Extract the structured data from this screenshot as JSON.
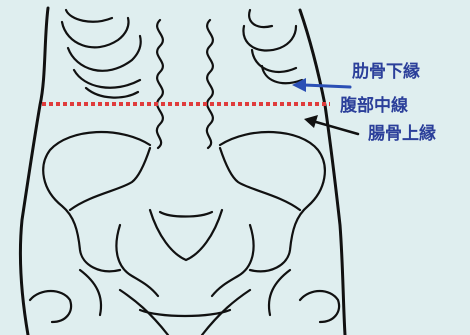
{
  "labels": {
    "costal_margin": "肋骨下縁",
    "midline": "腹部中線",
    "iliac_crest": "腸骨上縁"
  },
  "colors": {
    "background": "#dfeeef",
    "outline": "#111111",
    "label_text": "#2b3f9a",
    "arrow": "#2b4fb5",
    "dotted_line": "#e03c3c"
  }
}
